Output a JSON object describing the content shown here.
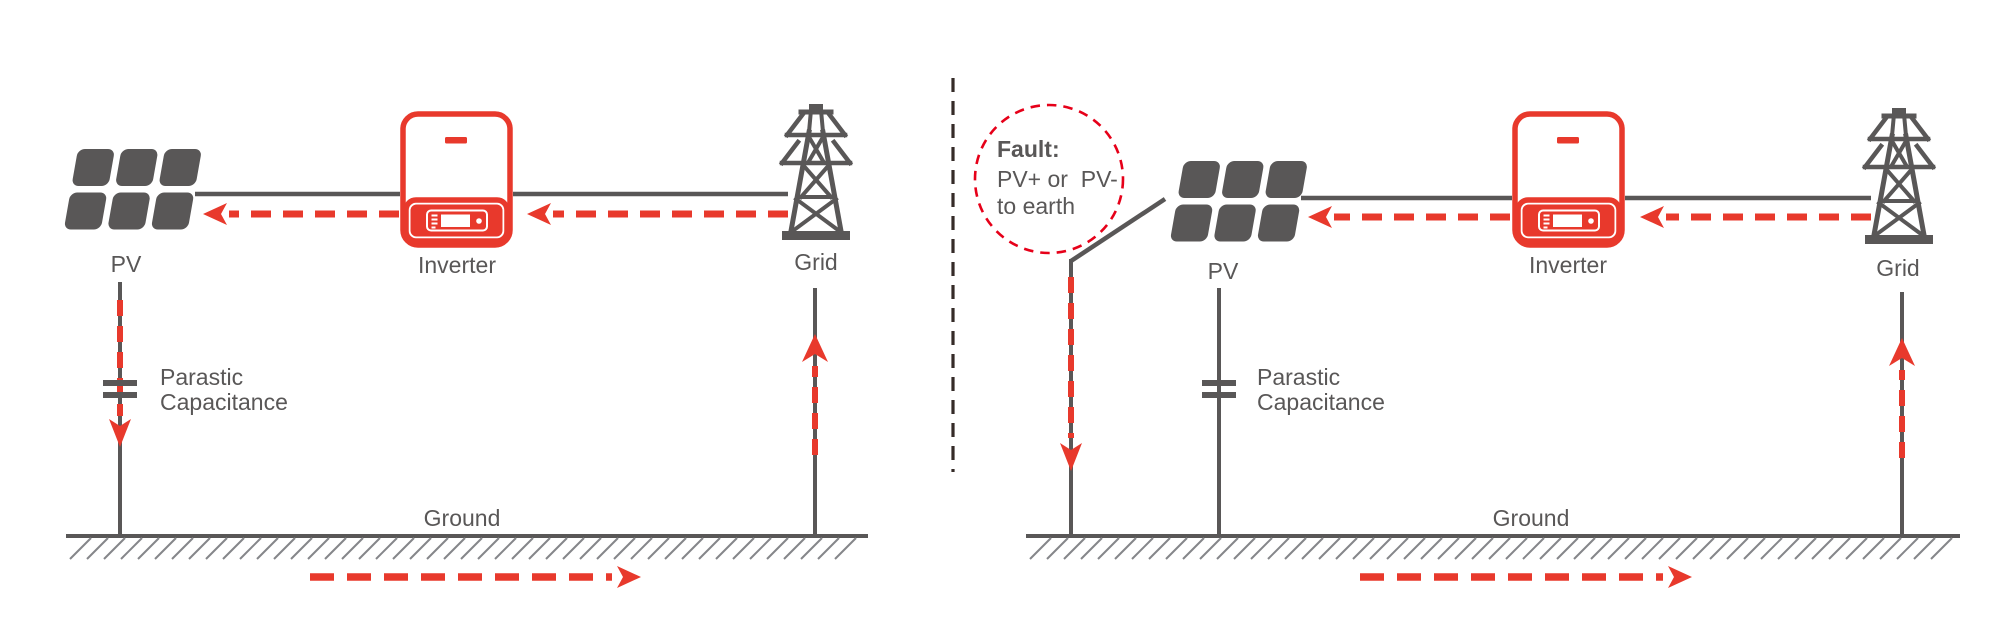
{
  "colors": {
    "accent_red": "#e8392c",
    "fault_circle_red": "#e60019",
    "icon_gray": "#595757",
    "hatch_gray": "#85868a",
    "divider_dark": "#352b28",
    "background": "#ffffff"
  },
  "panels": {
    "normal": {
      "pv_label": "PV",
      "inverter_label": "Inverter",
      "grid_label": "Grid",
      "capacitance_line1": "Parastic",
      "capacitance_line2": "Capacitance",
      "ground_label": "Ground"
    },
    "fault": {
      "fault_title": "Fault:",
      "fault_line1": "PV+ or  PV-",
      "fault_line2": "to earth",
      "pv_label": "PV",
      "inverter_label": "Inverter",
      "grid_label": "Grid",
      "capacitance_line1": "Parastic",
      "capacitance_line2": "Capacitance",
      "ground_label": "Ground"
    }
  }
}
